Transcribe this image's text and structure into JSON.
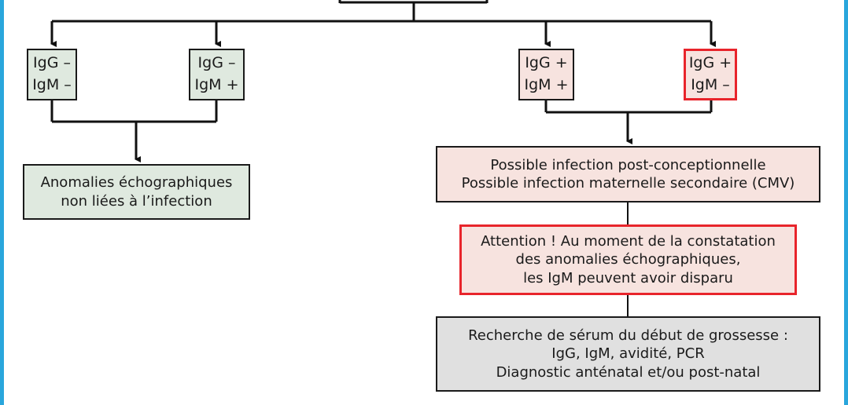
{
  "colors": {
    "frame": "#29a6dc",
    "green_fill": "#dfe9df",
    "pink_fill": "#f7e3df",
    "gray_fill": "#e0e0e0",
    "alert_border": "#e8242b",
    "line": "#111111"
  },
  "nodes": {
    "igg_neg_igm_neg": [
      "IgG –",
      "IgM –"
    ],
    "igg_neg_igm_pos": [
      "IgG –",
      "IgM +"
    ],
    "igg_pos_igm_pos": [
      "IgG +",
      "IgM +"
    ],
    "igg_pos_igm_neg": [
      "IgG +",
      "IgM –"
    ],
    "anomalies": [
      "Anomalies échographiques",
      "non liées à l’infection"
    ],
    "possible_infection": [
      "Possible infection post-conceptionnelle",
      "Possible infection maternelle secondaire (CMV)"
    ],
    "attention": [
      "Attention ! Au moment de la constatation",
      "des anomalies échographiques,",
      "les IgM peuvent avoir disparu"
    ],
    "recherche": [
      "Recherche de sérum du début de grossesse :",
      "IgG, IgM, avidité, PCR",
      "Diagnostic anténatal et/ou post-natal"
    ]
  }
}
